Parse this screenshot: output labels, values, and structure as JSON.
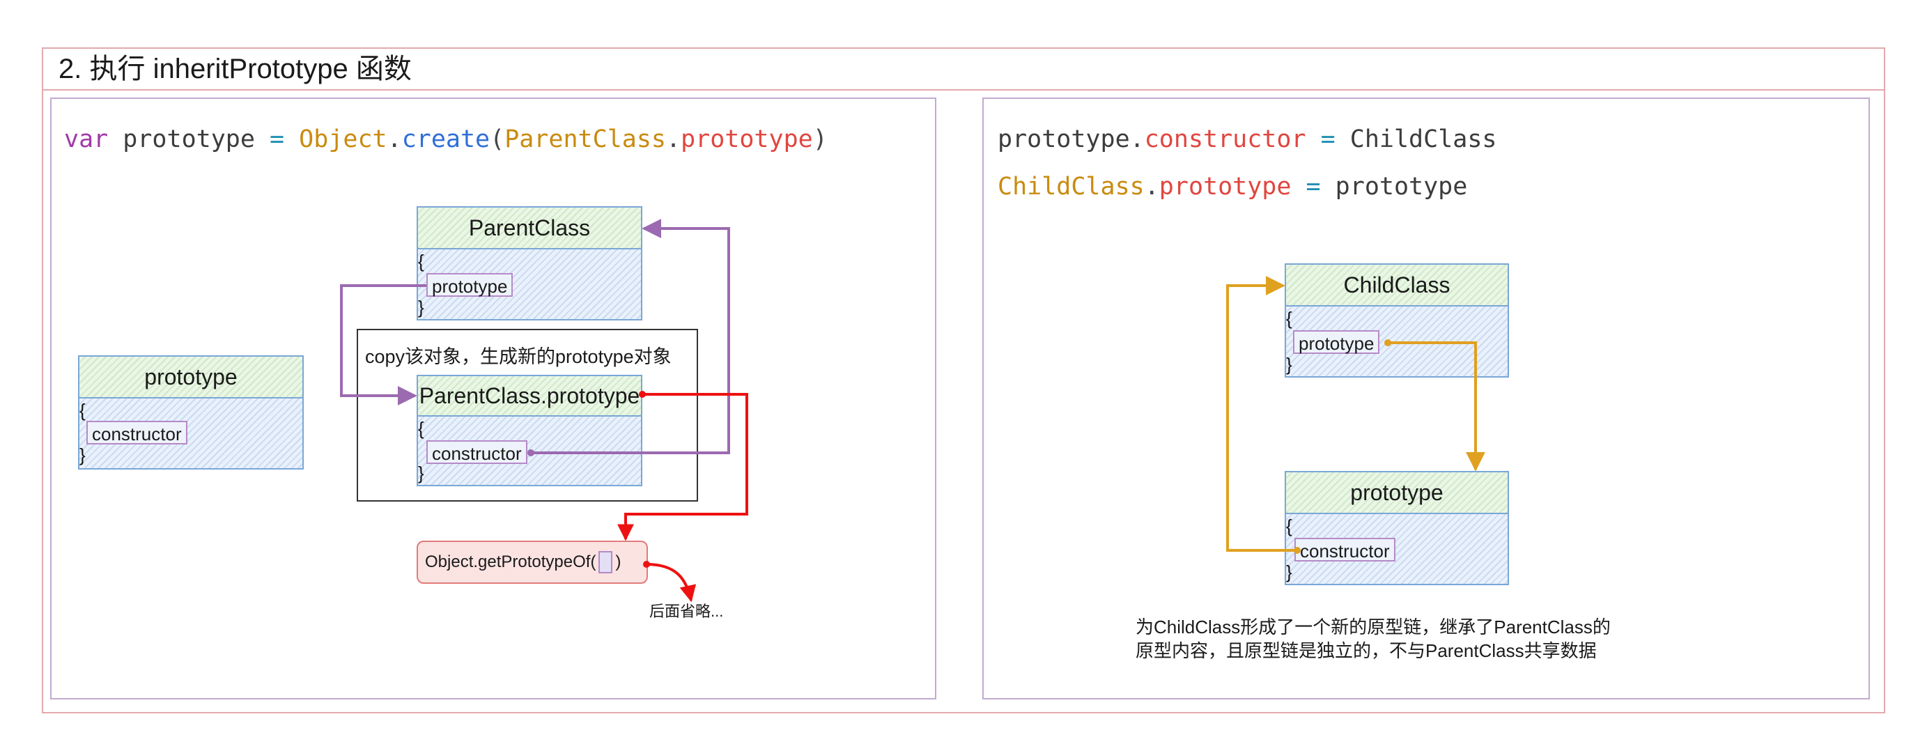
{
  "title": "2. 执行 inheritPrototype 函数",
  "left_panel": {
    "code_line": [
      {
        "text": "var",
        "cls": "k-var"
      },
      {
        "text": " prototype ",
        "cls": "k-plain"
      },
      {
        "text": "=",
        "cls": "k-op"
      },
      {
        "text": " ",
        "cls": "k-plain"
      },
      {
        "text": "Object",
        "cls": "k-obj"
      },
      {
        "text": ".",
        "cls": "k-punct"
      },
      {
        "text": "create",
        "cls": "k-method"
      },
      {
        "text": "(",
        "cls": "k-punct"
      },
      {
        "text": "ParentClass",
        "cls": "k-obj"
      },
      {
        "text": ".",
        "cls": "k-punct"
      },
      {
        "text": "prototype",
        "cls": "k-prop"
      },
      {
        "text": ")",
        "cls": "k-punct"
      }
    ],
    "parent_class_box": {
      "title": "ParentClass",
      "open_brace": "{",
      "field": "prototype",
      "close_brace": "}"
    },
    "prototype_box": {
      "title": "prototype",
      "open_brace": "{",
      "field": "constructor",
      "close_brace": "}"
    },
    "copy_label": "copy该对象，生成新的prototype对象",
    "parent_prototype_box": {
      "title": "ParentClass.prototype",
      "open_brace": "{",
      "field": "constructor",
      "close_brace": "}"
    },
    "func_text_before": "Object.getPrototypeOf(",
    "func_text_after": ")",
    "omitted_label": "后面省略..."
  },
  "right_panel": {
    "code_line_1": [
      {
        "text": "prototype",
        "cls": "k-plain"
      },
      {
        "text": ".",
        "cls": "k-punct"
      },
      {
        "text": "constructor",
        "cls": "k-prop"
      },
      {
        "text": " ",
        "cls": "k-plain"
      },
      {
        "text": "=",
        "cls": "k-op"
      },
      {
        "text": " ChildClass",
        "cls": "k-plain"
      }
    ],
    "code_line_2": [
      {
        "text": "ChildClass",
        "cls": "k-obj"
      },
      {
        "text": ".",
        "cls": "k-punct"
      },
      {
        "text": "prototype",
        "cls": "k-prop"
      },
      {
        "text": " ",
        "cls": "k-plain"
      },
      {
        "text": "=",
        "cls": "k-op"
      },
      {
        "text": " prototype",
        "cls": "k-plain"
      }
    ],
    "child_class_box": {
      "title": "ChildClass",
      "open_brace": "{",
      "field": "prototype",
      "close_brace": "}"
    },
    "prototype_box": {
      "title": "prototype",
      "open_brace": "{",
      "field": "constructor",
      "close_brace": "}"
    },
    "note_line_1": "为ChildClass形成了一个新的原型链，继承了ParentClass的",
    "note_line_2": "原型内容，且原型链是独立的，不与ParentClass共享数据"
  },
  "colors": {
    "frame": "#e3a9ad",
    "panel_border": "#c3a9d3",
    "purple_arrow": "#9b6ab0",
    "red_arrow": "#ee1111",
    "orange_arrow": "#e0a020"
  }
}
